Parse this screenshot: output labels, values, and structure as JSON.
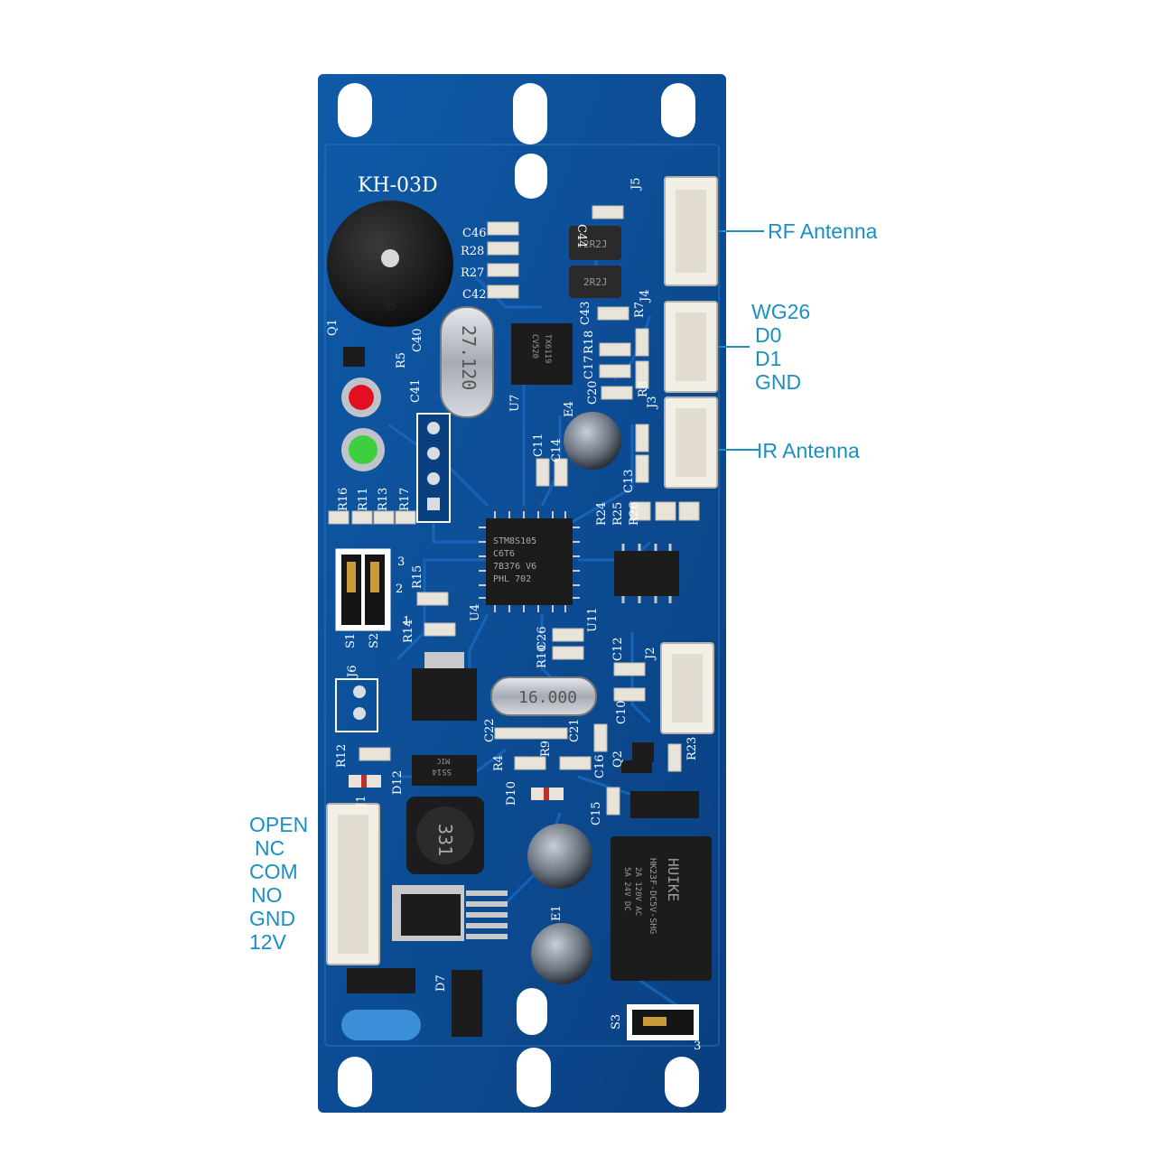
{
  "board": {
    "model": "KH-03D",
    "colors": {
      "pcb": "#0d4f9a",
      "pcb_dark": "#0a3f80",
      "trace": "#1763b8",
      "silkscreen": "#ffffff",
      "connector": "#f2efe6",
      "callout": "#1a8fc4"
    },
    "chips": {
      "mcu": [
        "STM8S105",
        "C6T6",
        "7B376 V6",
        "PHL 702"
      ],
      "rf": [
        "CV520",
        "TX6119"
      ],
      "crystal_top": "27.120",
      "crystal_bottom": "16.000",
      "inductor": "331",
      "inductor_small_1": "2R2J",
      "inductor_small_2": "2R2J",
      "diode": "SS14",
      "diode_mark": "MIC",
      "relay": [
        "HUIKE",
        "HK23F-DC5V-SHG",
        "2A 120V AC",
        "5A 24V DC"
      ]
    },
    "silk_labels": [
      "J5",
      "C44",
      "C46",
      "R28",
      "R27",
      "C42",
      "Q1",
      "R5",
      "C40",
      "C41",
      "U7",
      "C43",
      "R7",
      "J4",
      "R18",
      "C17",
      "C20",
      "R8",
      "J3",
      "E4",
      "C11",
      "C14",
      "C13",
      "R16",
      "R11",
      "R13",
      "R17",
      "R24",
      "R25",
      "R26",
      "U11",
      "3",
      "2",
      "1",
      "R15",
      "U4",
      "R14",
      "S1",
      "S2",
      "C26",
      "R10",
      "C12",
      "J2",
      "J6",
      "C22",
      "R9",
      "C21",
      "C10",
      "Q2",
      "R23",
      "R12",
      "D12",
      "R4",
      "C16",
      "J1",
      "D10",
      "C15",
      "E1",
      "D7",
      "S3",
      "3"
    ]
  },
  "callouts": {
    "rf_antenna": "RF Antenna",
    "wiegand": [
      "WG26",
      "D0",
      "D1",
      "GND"
    ],
    "ir_antenna": "IR Antenna",
    "power_relay": [
      "OPEN",
      "NC",
      "COM",
      "NO",
      "GND",
      "12V"
    ]
  }
}
